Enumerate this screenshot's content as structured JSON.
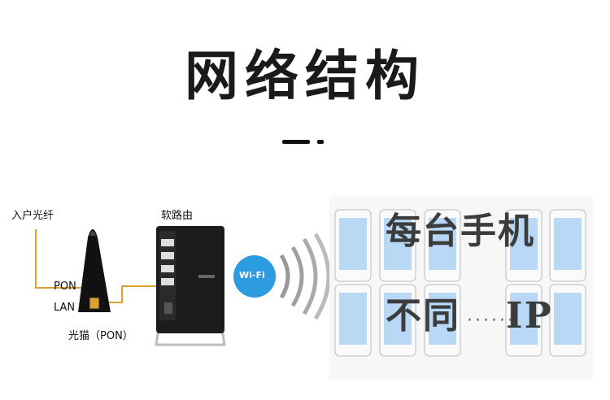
{
  "header": {
    "title": "网络结构"
  },
  "labels": {
    "fiber_in": "入户光纤",
    "pon": "PON",
    "lan": "LAN",
    "modem": "光猫（PON）",
    "router": "软路由",
    "wifi": "Wi-Fi"
  },
  "overlay": {
    "line1": "每台手机",
    "line2a": "不同",
    "line2b": "IP",
    "dots": "······"
  },
  "colors": {
    "fiber": "#e0a030",
    "wifi_badge": "#2d9be0",
    "phone_screen": "#b9d8f5"
  }
}
